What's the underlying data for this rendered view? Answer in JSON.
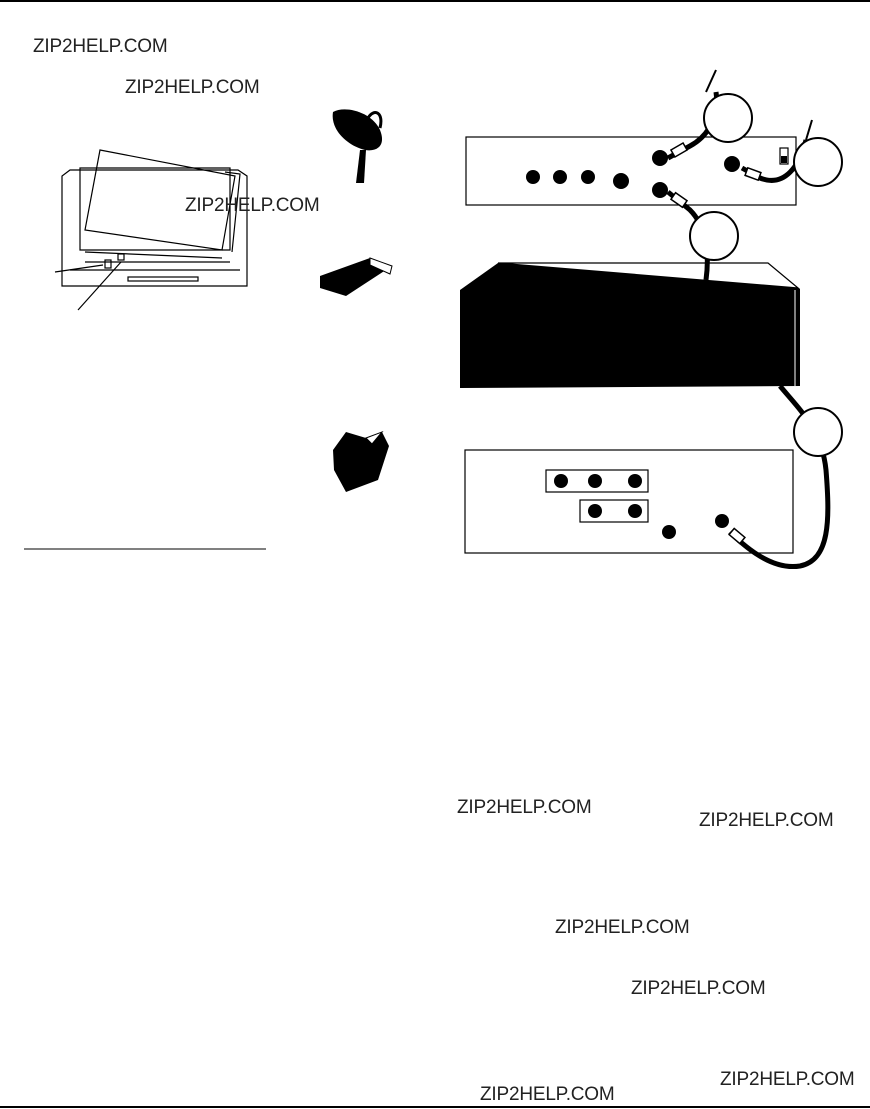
{
  "page": {
    "background": "#ffffff",
    "ink": "#000000"
  },
  "watermarks": [
    "ZIP2HELP.COM",
    "ZIP2HELP.COM",
    "ZIP2HELP.COM",
    "ZIP2HELP.COM",
    "ZIP2HELP.COM",
    "ZIP2HELP.COM",
    "ZIP2HELP.COM",
    "ZIP2HELP.COM",
    "ZIP2HELP.COM"
  ],
  "illustrations": {
    "tv_front": "tv-front-view",
    "satellite_dish": "satellite-dish-icon",
    "vcr_small": "vcr-icon",
    "antenna_small": "antenna-icon",
    "receiver_panel": "satellite-receiver-back-panel",
    "vcr_unit": "vcr-unit",
    "tv_panel": "tv-back-panel",
    "cables": "coaxial-cables"
  }
}
